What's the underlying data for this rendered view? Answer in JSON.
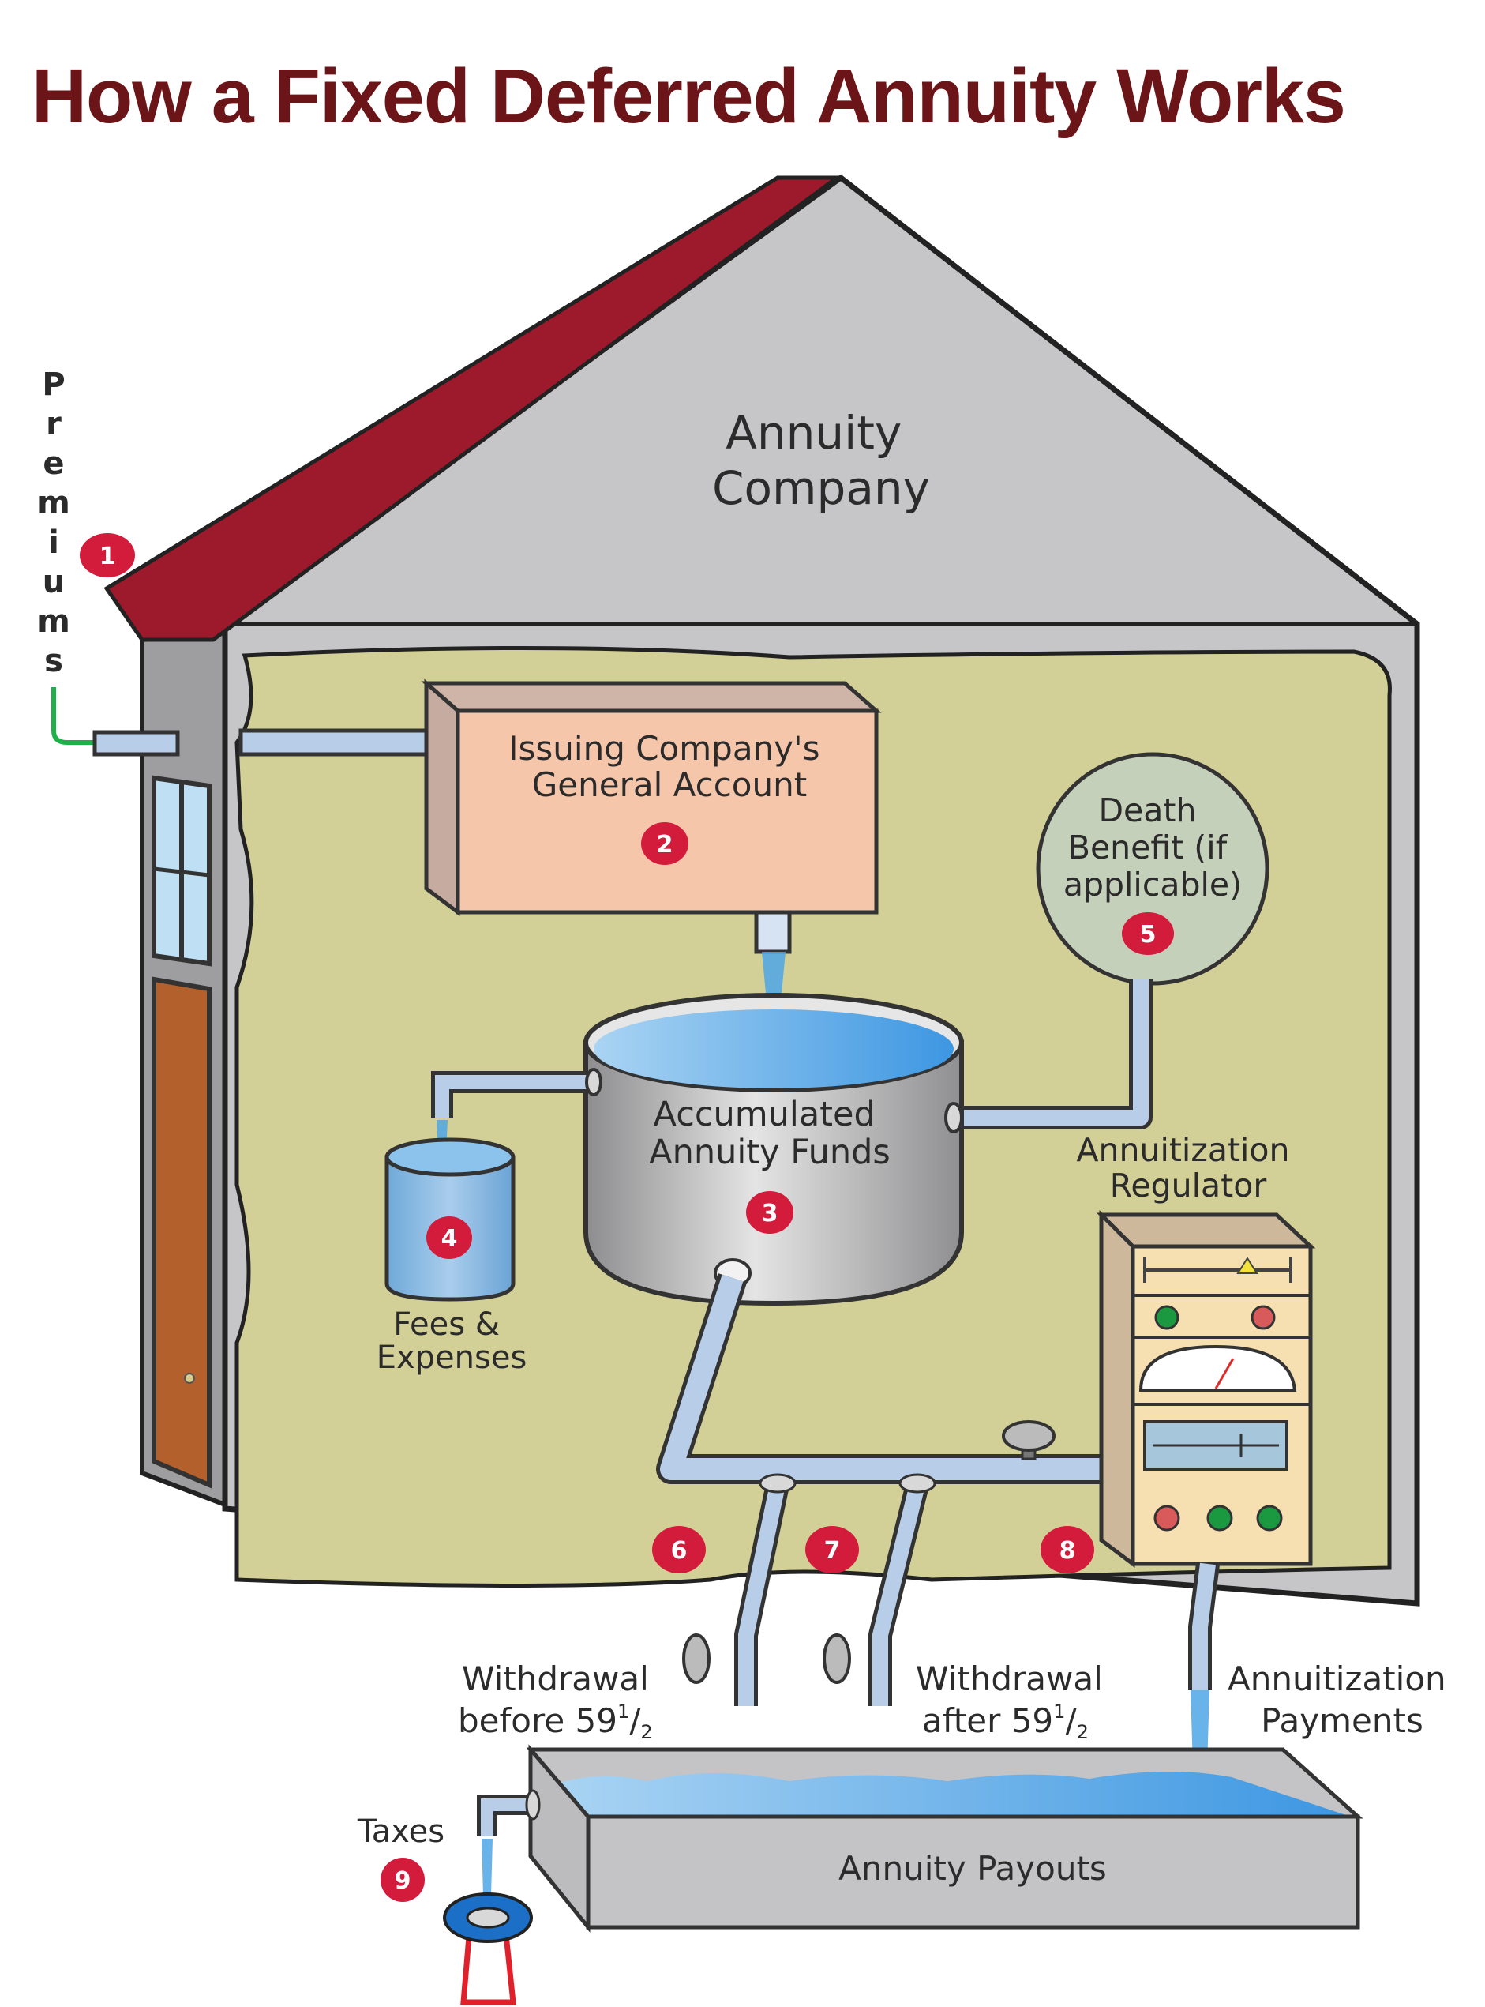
{
  "title": "How a Fixed Deferred Annuity Works",
  "colors": {
    "title": "#6b1518",
    "roof": "#9c1a2c",
    "house_wall": "#c6c6c8",
    "interior": "#d2d096",
    "pipe": "#b8cde8",
    "water": "#4ea6e6",
    "badge": "#d31b3c",
    "premium_arrow": "#1fb04a"
  },
  "house_label": [
    "Annuity",
    "Company"
  ],
  "premiums": {
    "letters": [
      "P",
      "r",
      "e",
      "m",
      "i",
      "u",
      "m",
      "s"
    ],
    "badge": "1"
  },
  "general_account": {
    "lines": [
      "Issuing Company's",
      "General Account"
    ],
    "badge": "2"
  },
  "accumulated_funds": {
    "lines": [
      "Accumulated",
      "Annuity Funds"
    ],
    "badge": "3"
  },
  "fees": {
    "lines": [
      "Fees &",
      "Expenses"
    ],
    "badge": "4"
  },
  "death_benefit": {
    "lines": [
      "Death",
      "Benefit (if",
      "applicable)"
    ],
    "badge": "5"
  },
  "regulator": {
    "lines": [
      "Annuitization",
      "Regulator"
    ]
  },
  "badges_pipes": {
    "withdrawal_before": "6",
    "withdrawal_after": "7",
    "annuitization": "8"
  },
  "withdrawal_before": {
    "line1": "Withdrawal",
    "line2_prefix": "before 59",
    "sup": "1",
    "slash": "/",
    "sub": "2"
  },
  "withdrawal_after": {
    "line1": "Withdrawal",
    "line2_prefix": "after 59",
    "sup": "1",
    "slash": "/",
    "sub": "2"
  },
  "annuitization_payments": {
    "lines": [
      "Annuitization",
      "Payments"
    ]
  },
  "payouts": {
    "label": "Annuity Payouts"
  },
  "taxes": {
    "label": "Taxes",
    "badge": "9"
  }
}
